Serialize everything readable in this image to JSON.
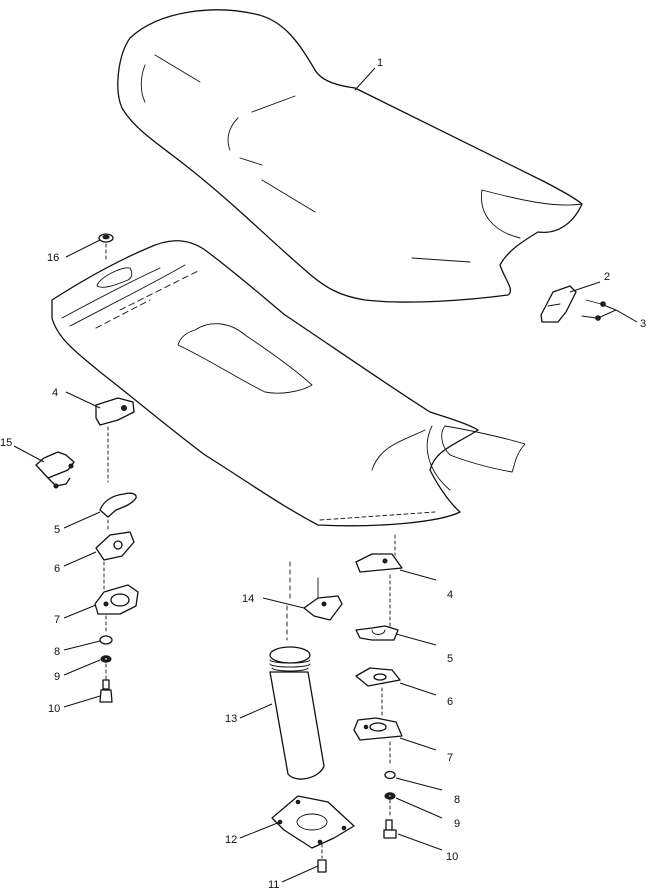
{
  "diagram": {
    "callouts": [
      {
        "id": "c1",
        "text": "1"
      },
      {
        "id": "c2",
        "text": "2"
      },
      {
        "id": "c3",
        "text": "3"
      },
      {
        "id": "c16",
        "text": "16"
      },
      {
        "id": "c4a",
        "text": "4"
      },
      {
        "id": "c15",
        "text": "15"
      },
      {
        "id": "c5a",
        "text": "5"
      },
      {
        "id": "c6a",
        "text": "6"
      },
      {
        "id": "c7a",
        "text": "7"
      },
      {
        "id": "c8a",
        "text": "8"
      },
      {
        "id": "c9a",
        "text": "9"
      },
      {
        "id": "c10a",
        "text": "10"
      },
      {
        "id": "c14",
        "text": "14"
      },
      {
        "id": "c13",
        "text": "13"
      },
      {
        "id": "c12",
        "text": "12"
      },
      {
        "id": "c11",
        "text": "11"
      },
      {
        "id": "c4b",
        "text": "4"
      },
      {
        "id": "c5b",
        "text": "5"
      },
      {
        "id": "c6b",
        "text": "6"
      },
      {
        "id": "c7b",
        "text": "7"
      },
      {
        "id": "c8b",
        "text": "8"
      },
      {
        "id": "c9b",
        "text": "9"
      },
      {
        "id": "c10b",
        "text": "10"
      }
    ]
  }
}
